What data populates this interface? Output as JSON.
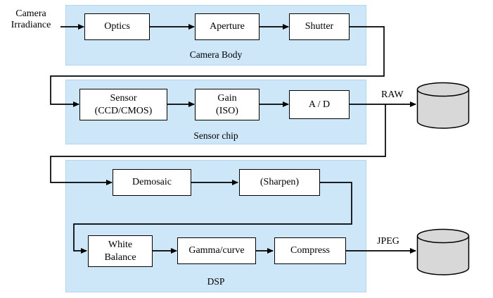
{
  "input": {
    "label": "Camera\nIrradiance"
  },
  "groups": {
    "camera_body": {
      "label": "Camera Body",
      "boxes": {
        "optics": "Optics",
        "aperture": "Aperture",
        "shutter": "Shutter"
      }
    },
    "sensor_chip": {
      "label": "Sensor chip",
      "boxes": {
        "sensor": "Sensor\n(CCD/CMOS)",
        "gain": "Gain\n(ISO)",
        "ad": "A / D"
      }
    },
    "dsp": {
      "label": "DSP",
      "boxes": {
        "demosaic": "Demosaic",
        "sharpen": "(Sharpen)",
        "white_balance": "White\nBalance",
        "gamma": "Gamma/curve",
        "compress": "Compress"
      }
    }
  },
  "outputs": {
    "raw": "RAW",
    "jpeg": "JPEG"
  },
  "colors": {
    "group_bg": "#cde7f8",
    "box_bg": "#ffffff",
    "box_border": "#000000",
    "line": "#000000",
    "cylinder_fill": "#d8d8d8"
  }
}
